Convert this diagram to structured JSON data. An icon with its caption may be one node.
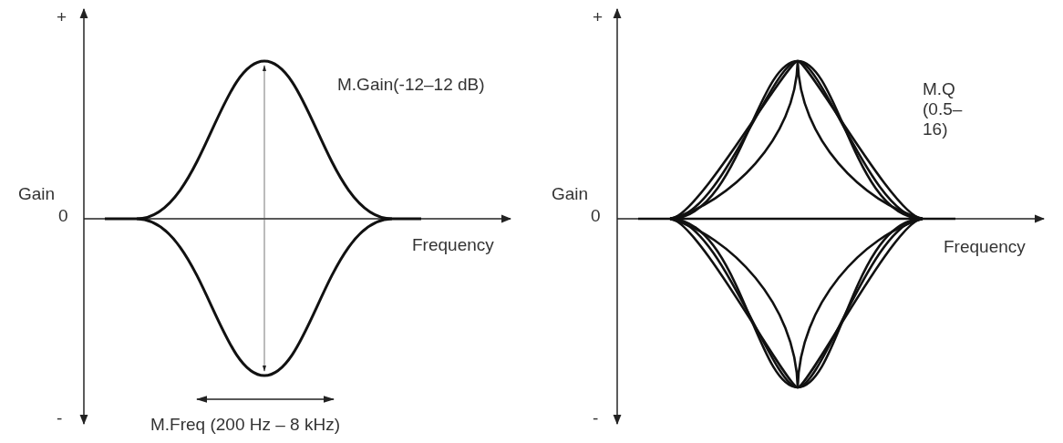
{
  "diagram": {
    "labels": [
      "+",
      "M.Gain(-12–12 dB)",
      "Gain",
      "0",
      "Frequency",
      "M.Freq (200 Hz – 8 kHz)",
      "-",
      "+",
      "M.Q (0.5–16)",
      "Gain",
      "0",
      "Frequency",
      "-"
    ]
  }
}
